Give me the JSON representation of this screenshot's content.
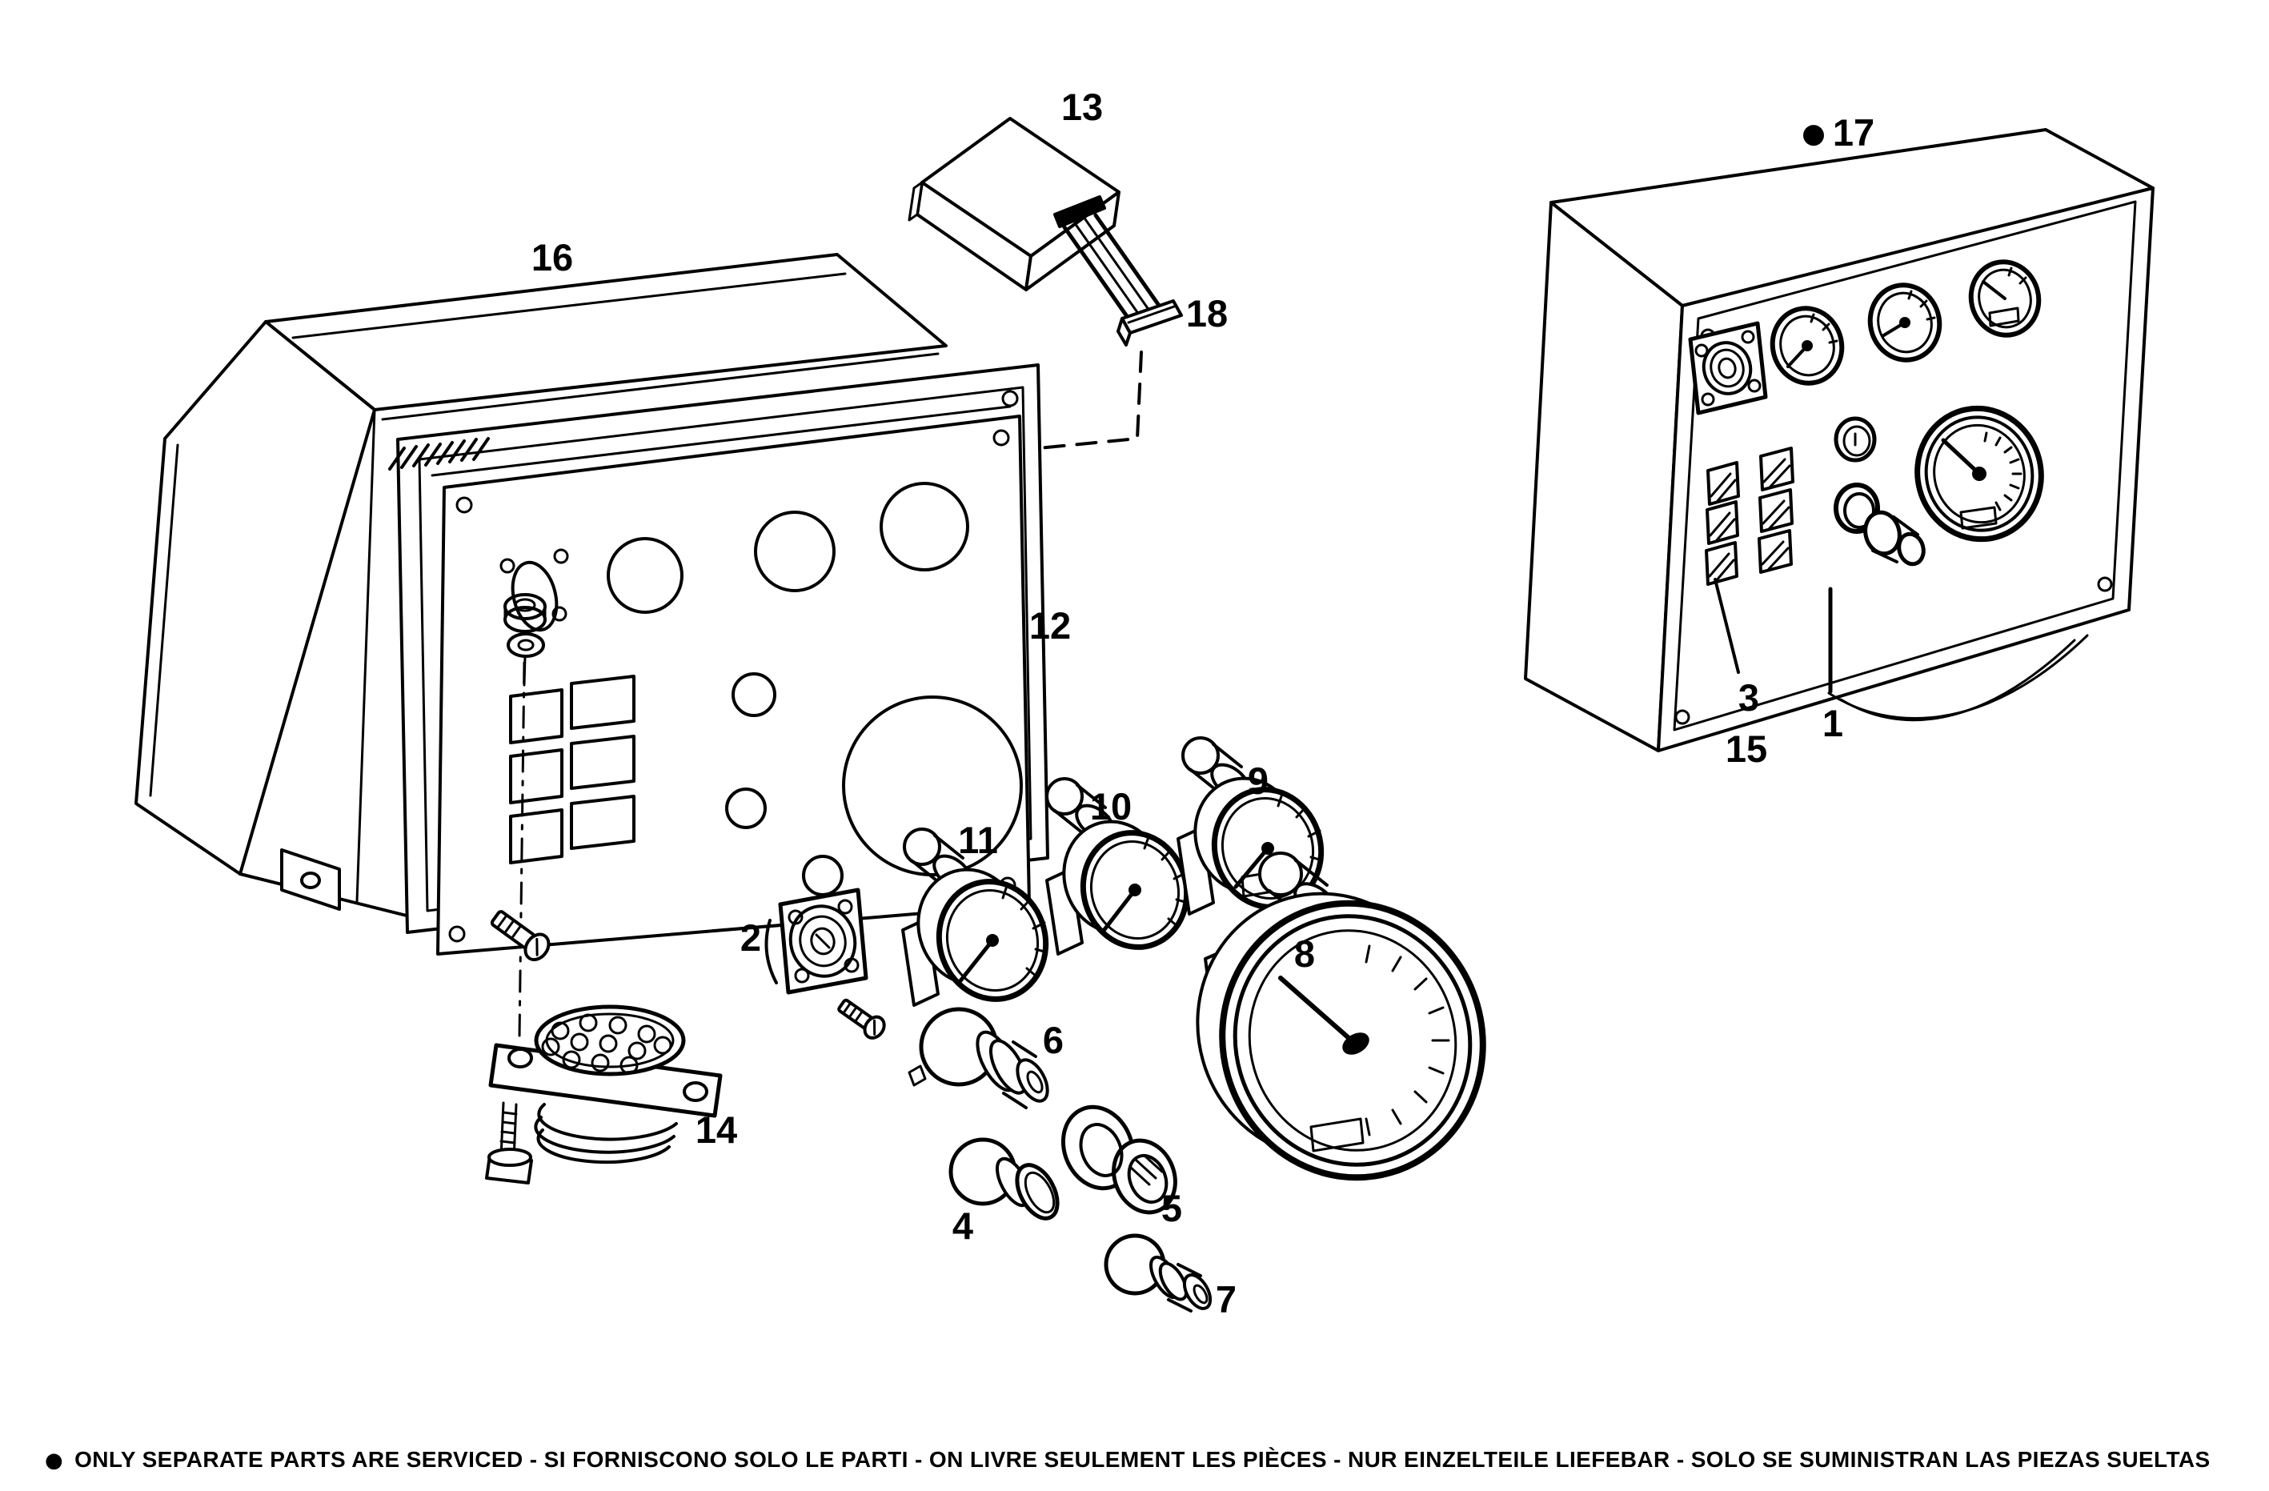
{
  "page": {
    "background": "#ffffff",
    "ink": "#000000"
  },
  "figure": {
    "kind": "exploded-parts-diagram",
    "subject": "instrument panel assembly"
  },
  "labels": {
    "p1": "1",
    "p2": "2",
    "p3": "3",
    "p4": "4",
    "p5": "5",
    "p6": "6",
    "p7": "7",
    "p8": "8",
    "p9": "9",
    "p10": "10",
    "p11": "11",
    "p12": "12",
    "p13": "13",
    "p14": "14",
    "p15": "15",
    "p16": "16",
    "p17": "17",
    "p18": "18"
  },
  "markers": {
    "serviced_bullet": "●"
  },
  "footer": {
    "bullet": "●",
    "text": "ONLY SEPARATE PARTS ARE SERVICED - SI FORNISCONO SOLO LE PARTI - ON LIVRE SEULEMENT LES PIÈCES - NUR EINZELTEILE LIEFEBAR - SOLO SE SUMINISTRAN LAS PIEZAS SUELTAS"
  }
}
